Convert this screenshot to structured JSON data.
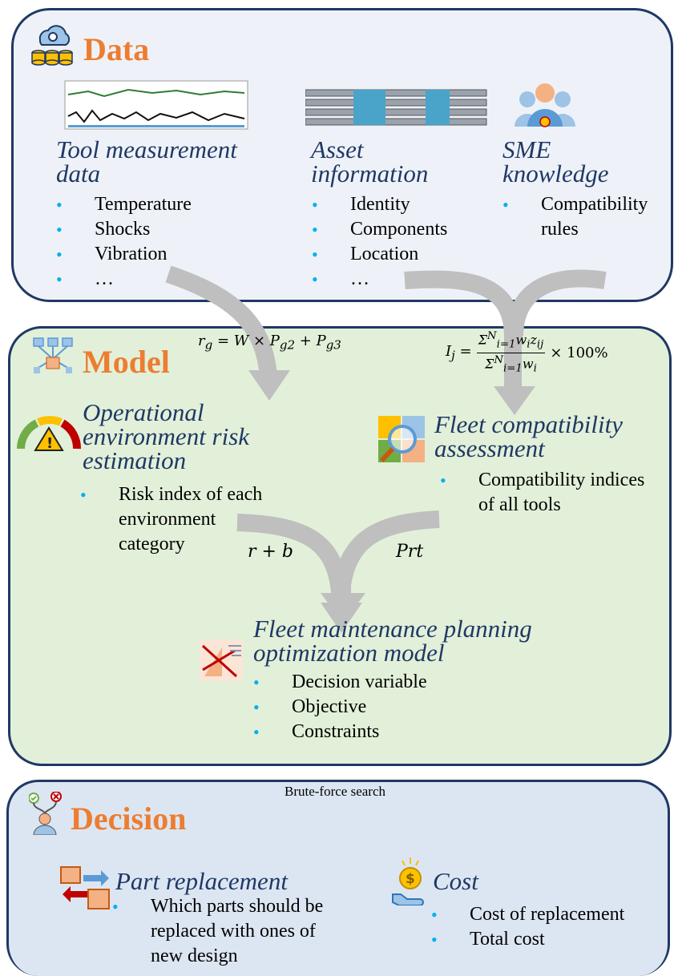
{
  "data_section": {
    "title": "Data",
    "columns": [
      {
        "subtitle_line1": "Tool measurement",
        "subtitle_line2": "data",
        "items": [
          "Temperature",
          "Shocks",
          "Vibration",
          "…"
        ]
      },
      {
        "subtitle_line1": "Asset",
        "subtitle_line2": "information",
        "items": [
          "Identity",
          "Components",
          "Location",
          "…"
        ]
      },
      {
        "subtitle_line1": "SME",
        "subtitle_line2": "knowledge",
        "items": [
          "Compatibility rules"
        ]
      }
    ]
  },
  "model_section": {
    "title": "Model",
    "eq_risk": "r_g = W × P_g2 + P_g3",
    "eq_index": "I_j = Σ_{i=1}^N w_i z_ij / Σ_{i=1}^N w_i × 100%",
    "risk": {
      "line1": "Operational",
      "line2": "environment risk",
      "line3": "estimation",
      "items": [
        "Risk index of each environment category"
      ]
    },
    "compat": {
      "line1": "Fleet compatibility",
      "line2": "assessment",
      "items": [
        "Compatibility indices of all tools"
      ]
    },
    "merge_left": "r + b",
    "merge_right": "Prt",
    "opt": {
      "line1": "Fleet maintenance planning",
      "line2": "optimization model",
      "items": [
        "Decision variable",
        "Objective",
        "Constraints"
      ]
    }
  },
  "decision_section": {
    "title": "Decision",
    "search_label": "Brute-force search",
    "part": {
      "title": "Part replacement",
      "items": [
        "Which parts should be replaced with ones of new design"
      ]
    },
    "cost": {
      "title": "Cost",
      "items": [
        "Cost of replacement",
        "Total cost"
      ]
    }
  },
  "colors": {
    "title_orange": "#ed7d31",
    "subtitle_navy": "#1f3864",
    "bullet": "#00b0f0",
    "arrow": "#bfbfbf",
    "data_bg": "#eef2f8",
    "model_bg": "#e2f0d9",
    "decision_bg": "#dce6f2"
  },
  "icons": [
    "database-cloud-icon",
    "sensor-chart-icon",
    "asset-tools-icon",
    "sme-team-icon",
    "model-network-icon",
    "risk-gauge-icon",
    "compat-puzzle-icon",
    "optimization-chart-icon",
    "decision-person-icon",
    "part-boxes-icon",
    "cost-coin-icon"
  ]
}
